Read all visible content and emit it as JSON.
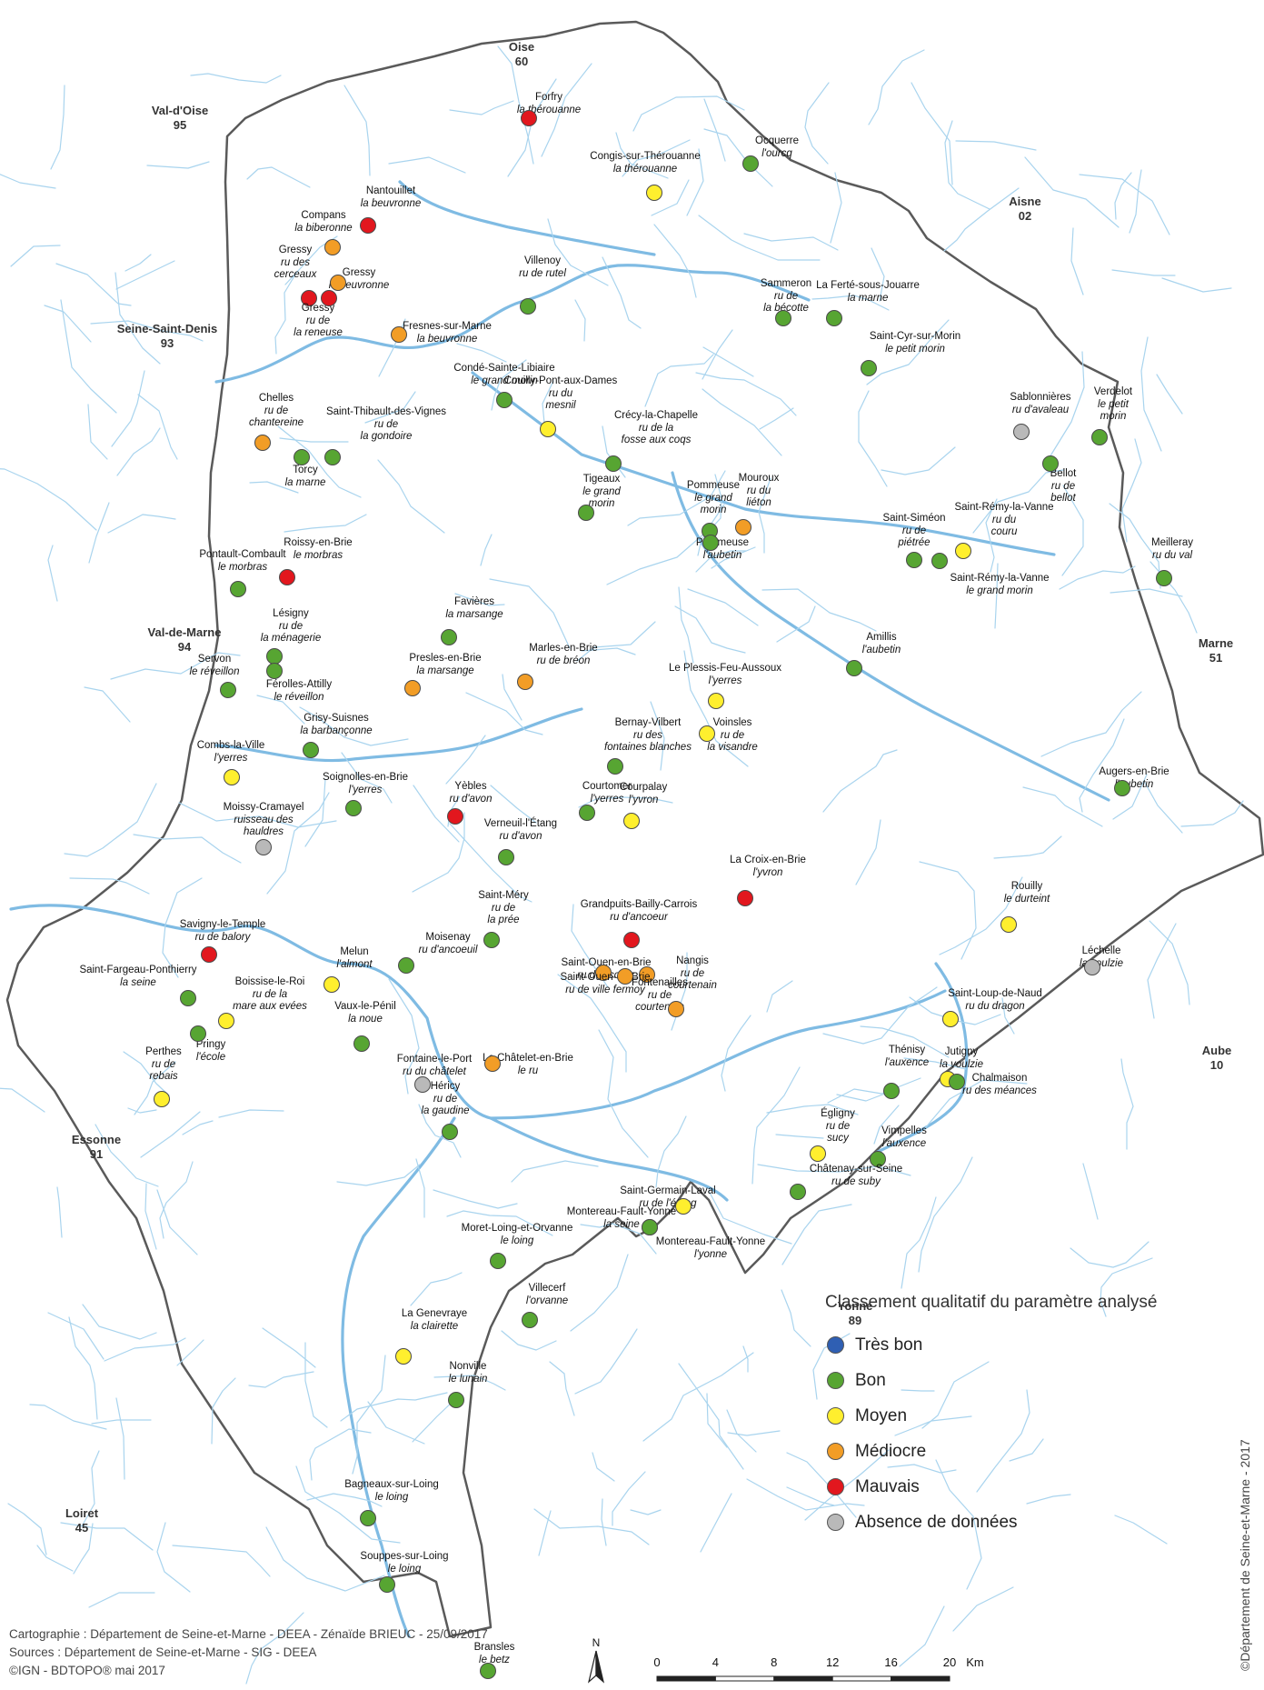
{
  "colors": {
    "tres_bon": "#2f5fb3",
    "bon": "#57a532",
    "moyen": "#ffef2e",
    "mediocre": "#f29d26",
    "mauvais": "#e2171e",
    "absence": "#b9b9b9",
    "river": "#a9d4ee",
    "river_major": "#7fbbe3",
    "border": "#555555"
  },
  "departments": [
    {
      "name": "Oise",
      "code": "60"
    },
    {
      "name": "Val-d'Oise",
      "code": "95"
    },
    {
      "name": "Aisne",
      "code": "02"
    },
    {
      "name": "Seine-Saint-Denis",
      "code": "93"
    },
    {
      "name": "Val-de-Marne",
      "code": "94"
    },
    {
      "name": "Marne",
      "code": "51"
    },
    {
      "name": "Essonne",
      "code": "91"
    },
    {
      "name": "Aube",
      "code": "10"
    },
    {
      "name": "Yonne",
      "code": "89"
    },
    {
      "name": "Loiret",
      "code": "45"
    }
  ],
  "stations": [
    {
      "name": "Forfry",
      "river": "la thérouanne",
      "quality": "mauvais"
    },
    {
      "name": "Ocquerre",
      "river": "l'ourcq",
      "quality": "bon"
    },
    {
      "name": "Congis-sur-Thérouanne",
      "river": "la thérouanne",
      "quality": "moyen"
    },
    {
      "name": "Nantouillet",
      "river": "la beuvronne",
      "quality": "mauvais"
    },
    {
      "name": "Compans",
      "river": "la biberonne",
      "quality": "mediocre"
    },
    {
      "name": "Gressy",
      "river": "ru des cerceaux",
      "quality": "mauvais"
    },
    {
      "name": "Gressy",
      "river": "la beuvronne",
      "quality": "mediocre"
    },
    {
      "name": "Gressy",
      "river": "ru de la reneuse",
      "quality": "mauvais"
    },
    {
      "name": "Fresnes-sur-Marne",
      "river": "la beuvronne",
      "quality": "mediocre"
    },
    {
      "name": "Villenoy",
      "river": "ru de rutel",
      "quality": "bon"
    },
    {
      "name": "Sammeron",
      "river": "ru de la bécotte",
      "quality": "bon"
    },
    {
      "name": "La Ferté-sous-Jouarre",
      "river": "la marne",
      "quality": "bon"
    },
    {
      "name": "Saint-Cyr-sur-Morin",
      "river": "le petit morin",
      "quality": "bon"
    },
    {
      "name": "Condé-Sainte-Libiaire",
      "river": "le grand morin",
      "quality": "bon"
    },
    {
      "name": "Couilly-Pont-aux-Dames",
      "river": "ru du mesnil",
      "quality": "moyen"
    },
    {
      "name": "Chelles",
      "river": "ru de chantereine",
      "quality": "mediocre"
    },
    {
      "name": "Saint-Thibault-des-Vignes",
      "river": "ru de la gondoire",
      "quality": "bon"
    },
    {
      "name": "Torcy",
      "river": "la marne",
      "quality": "bon"
    },
    {
      "name": "Crécy-la-Chapelle",
      "river": "ru de la fosse aux coqs",
      "quality": "bon"
    },
    {
      "name": "Sablonnières",
      "river": "ru d'avaleau",
      "quality": "absence"
    },
    {
      "name": "Verdelot",
      "river": "le petit morin",
      "quality": "bon"
    },
    {
      "name": "Bellot",
      "river": "ru de bellot",
      "quality": "bon"
    },
    {
      "name": "Tigeaux",
      "river": "le grand morin",
      "quality": "bon"
    },
    {
      "name": "Pommeuse",
      "river": "le grand morin",
      "quality": "bon"
    },
    {
      "name": "Mouroux",
      "river": "ru du liéton",
      "quality": "mediocre"
    },
    {
      "name": "Pommeuse",
      "river": "l'aubetin",
      "quality": "bon"
    },
    {
      "name": "Saint-Siméon",
      "river": "ru de piétrée",
      "quality": "bon"
    },
    {
      "name": "Saint-Rémy-la-Vanne",
      "river": "ru du couru",
      "quality": "moyen"
    },
    {
      "name": "Saint-Rémy-la-Vanne",
      "river": "le grand morin",
      "quality": "bon"
    },
    {
      "name": "Meilleray",
      "river": "ru du val",
      "quality": "bon"
    },
    {
      "name": "Pontault-Combault",
      "river": "le morbras",
      "quality": "bon"
    },
    {
      "name": "Roissy-en-Brie",
      "river": "le morbras",
      "quality": "mauvais"
    },
    {
      "name": "Lésigny",
      "river": "ru de la ménagerie",
      "quality": "bon"
    },
    {
      "name": "Favières",
      "river": "la marsange",
      "quality": "bon"
    },
    {
      "name": "Servon",
      "river": "le réveillon",
      "quality": "bon"
    },
    {
      "name": "Férolles-Attilly",
      "river": "le réveillon",
      "quality": "bon"
    },
    {
      "name": "Presles-en-Brie",
      "river": "la marsange",
      "quality": "mediocre"
    },
    {
      "name": "Marles-en-Brie",
      "river": "ru de bréon",
      "quality": "mediocre"
    },
    {
      "name": "Amillis",
      "river": "l'aubetin",
      "quality": "bon"
    },
    {
      "name": "Le Plessis-Feu-Aussoux",
      "river": "l'yerres",
      "quality": "moyen"
    },
    {
      "name": "Grisy-Suisnes",
      "river": "la barbançonne",
      "quality": "bon"
    },
    {
      "name": "Bernay-Vilbert",
      "river": "ru des fontaines blanches",
      "quality": "bon"
    },
    {
      "name": "Voinsles",
      "river": "ru de la visandre",
      "quality": "moyen"
    },
    {
      "name": "Combs-la-Ville",
      "river": "l'yerres",
      "quality": "moyen"
    },
    {
      "name": "Augers-en-Brie",
      "river": "l'aubetin",
      "quality": "bon"
    },
    {
      "name": "Soignolles-en-Brie",
      "river": "l'yerres",
      "quality": "bon"
    },
    {
      "name": "Yèbles",
      "river": "ru d'avon",
      "quality": "mauvais"
    },
    {
      "name": "Courtomer",
      "river": "l'yerres",
      "quality": "bon"
    },
    {
      "name": "Courpalay",
      "river": "l'yvron",
      "quality": "moyen"
    },
    {
      "name": "Moissy-Cramayel",
      "river": "ruisseau des hauldres",
      "quality": "absence"
    },
    {
      "name": "Verneuil-l'Étang",
      "river": "ru d'avon",
      "quality": "bon"
    },
    {
      "name": "La Croix-en-Brie",
      "river": "l'yvron",
      "quality": "mauvais"
    },
    {
      "name": "Saint-Méry",
      "river": "ru de la prée",
      "quality": "bon"
    },
    {
      "name": "Grandpuits-Bailly-Carrois",
      "river": "ru d'ancoeur",
      "quality": "mauvais"
    },
    {
      "name": "Rouilly",
      "river": "le durteint",
      "quality": "moyen"
    },
    {
      "name": "Savigny-le-Temple",
      "river": "ru de balory",
      "quality": "mauvais"
    },
    {
      "name": "Moisenay",
      "river": "ru d'ancoeuil",
      "quality": "bon"
    },
    {
      "name": "Melun",
      "river": "l'almont",
      "quality": "moyen"
    },
    {
      "name": "Saint-Ouen-en-Brie",
      "river": "ru d'ancoeur",
      "quality": "mediocre"
    },
    {
      "name": "Nangis",
      "river": "ru de courtenain",
      "quality": "mediocre"
    },
    {
      "name": "Saint-Ouen-en-Brie",
      "river": "ru de ville fermoy",
      "quality": "mediocre"
    },
    {
      "name": "Fontenailles",
      "river": "ru de courtenain",
      "quality": "mediocre"
    },
    {
      "name": "Léchelle",
      "river": "la voulzie",
      "quality": "absence"
    },
    {
      "name": "Saint-Fargeau-Ponthierry",
      "river": "la seine",
      "quality": "bon"
    },
    {
      "name": "Boissise-le-Roi",
      "river": "ru de la mare aux evées",
      "quality": "moyen"
    },
    {
      "name": "Pringy",
      "river": "l'école",
      "quality": "bon"
    },
    {
      "name": "Vaux-le-Pénil",
      "river": "la noue",
      "quality": "bon"
    },
    {
      "name": "Saint-Loup-de-Naud",
      "river": "ru du dragon",
      "quality": "moyen"
    },
    {
      "name": "Le Châtelet-en-Brie",
      "river": "le ru",
      "quality": "mediocre"
    },
    {
      "name": "Fontaine-le-Port",
      "river": "ru du châtelet",
      "quality": "absence"
    },
    {
      "name": "Perthes",
      "river": "ru de rebais",
      "quality": "moyen"
    },
    {
      "name": "Jutigny",
      "river": "la voulzie",
      "quality": "moyen"
    },
    {
      "name": "Thénisy",
      "river": "l'auxence",
      "quality": "bon"
    },
    {
      "name": "Chalmaison",
      "river": "ru des méances",
      "quality": "bon"
    },
    {
      "name": "Héricy",
      "river": "ru de la gaudine",
      "quality": "bon"
    },
    {
      "name": "Égligny",
      "river": "ru de sucy",
      "quality": "moyen"
    },
    {
      "name": "Vimpelles",
      "river": "l'auxence",
      "quality": "bon"
    },
    {
      "name": "Châtenay-sur-Seine",
      "river": "ru de suby",
      "quality": "bon"
    },
    {
      "name": "Saint-Germain-Laval",
      "river": "ru de l'étang",
      "quality": "moyen"
    },
    {
      "name": "Montereau-Fault-Yonne",
      "river": "la seine",
      "quality": "bon"
    },
    {
      "name": "Montereau-Fault-Yonne",
      "river": "l'yonne",
      "quality": "bon"
    },
    {
      "name": "Moret-Loing-et-Orvanne",
      "river": "le loing",
      "quality": "bon"
    },
    {
      "name": "Villecerf",
      "river": "l'orvanne",
      "quality": "bon"
    },
    {
      "name": "La Genevraye",
      "river": "la clairette",
      "quality": "moyen"
    },
    {
      "name": "Nonville",
      "river": "le lunain",
      "quality": "bon"
    },
    {
      "name": "Bagneaux-sur-Loing",
      "river": "le loing",
      "quality": "bon"
    },
    {
      "name": "Souppes-sur-Loing",
      "river": "le loing",
      "quality": "bon"
    },
    {
      "name": "Bransles",
      "river": "le betz",
      "quality": "bon"
    }
  ],
  "legend": {
    "title": "Classement qualitatif du paramètre analysé",
    "items": [
      {
        "label": "Très bon",
        "key": "tres_bon"
      },
      {
        "label": "Bon",
        "key": "bon"
      },
      {
        "label": "Moyen",
        "key": "moyen"
      },
      {
        "label": "Médiocre",
        "key": "mediocre"
      },
      {
        "label": "Mauvais",
        "key": "mauvais"
      },
      {
        "label": "Absence de données",
        "key": "absence"
      }
    ]
  },
  "credits": {
    "line1": "Cartographie : Département de Seine-et-Marne - DEEA - Zénaïde BRIEUC - 25/09/2017",
    "line2": "Sources : Département de Seine-et-Marne - SIG - DEEA",
    "line3": "©IGN - BDTOPO® mai 2017"
  },
  "copyright": "©Département de Seine-et-Marne - 2017",
  "scale": {
    "north": "N",
    "ticks": [
      "0",
      "4",
      "8",
      "12",
      "16",
      "20"
    ],
    "unit": "Km"
  }
}
